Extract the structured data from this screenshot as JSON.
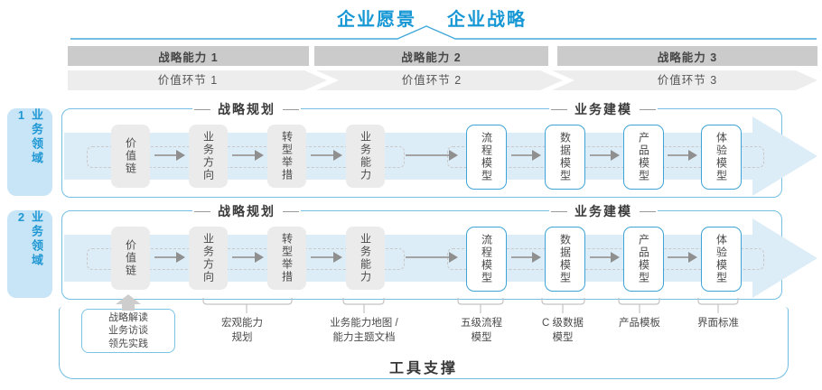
{
  "title": {
    "vision": "企业愿景",
    "strategy": "企业战略"
  },
  "strategy_capabilities": [
    {
      "label": "战略能力 1"
    },
    {
      "label": "战略能力 2"
    },
    {
      "label": "战略能力 3"
    }
  ],
  "value_links": [
    {
      "label": "价值环节 1"
    },
    {
      "label": "价值环节 2"
    },
    {
      "label": "价值环节 3"
    }
  ],
  "domains": [
    {
      "label": "业务领域 1",
      "planning_header": "战略规划",
      "modeling_header": "业务建模",
      "planning_boxes": [
        "价值链",
        "业务方向",
        "转型举措",
        "业务能力"
      ],
      "modeling_boxes": [
        "流程模型",
        "数据模型",
        "产品模型",
        "体验模型"
      ]
    },
    {
      "label": "业务领域 2",
      "planning_header": "战略规划",
      "modeling_header": "业务建模",
      "planning_boxes": [
        "价值链",
        "业务方向",
        "转型举措",
        "业务能力"
      ],
      "modeling_boxes": [
        "流程模型",
        "数据模型",
        "产品模型",
        "体验模型"
      ]
    }
  ],
  "deliverables": {
    "interpretation_box": "战略解读\n业务访谈\n领先实践",
    "macro_capability": "宏观能力\n规划",
    "capability_map": "业务能力地图 /\n能力主题文档",
    "process_model": "五级流程\n模型",
    "data_model": "C 级数据\n模型",
    "product_template": "产品模板",
    "ui_standard": "界面标准"
  },
  "tool_support": "工具支撑",
  "colors": {
    "accent_blue": "#1798d5",
    "container_border": "#74bfe3",
    "big_arrow_fill": "#dcedf8",
    "capability_bar_fill": "#cbcbcb",
    "value_band_fill": "#ededed",
    "gray_box_fill": "#ebebeb",
    "model_box_border": "#3fa3d6",
    "domain_label_fill": "#c7e5f6"
  }
}
